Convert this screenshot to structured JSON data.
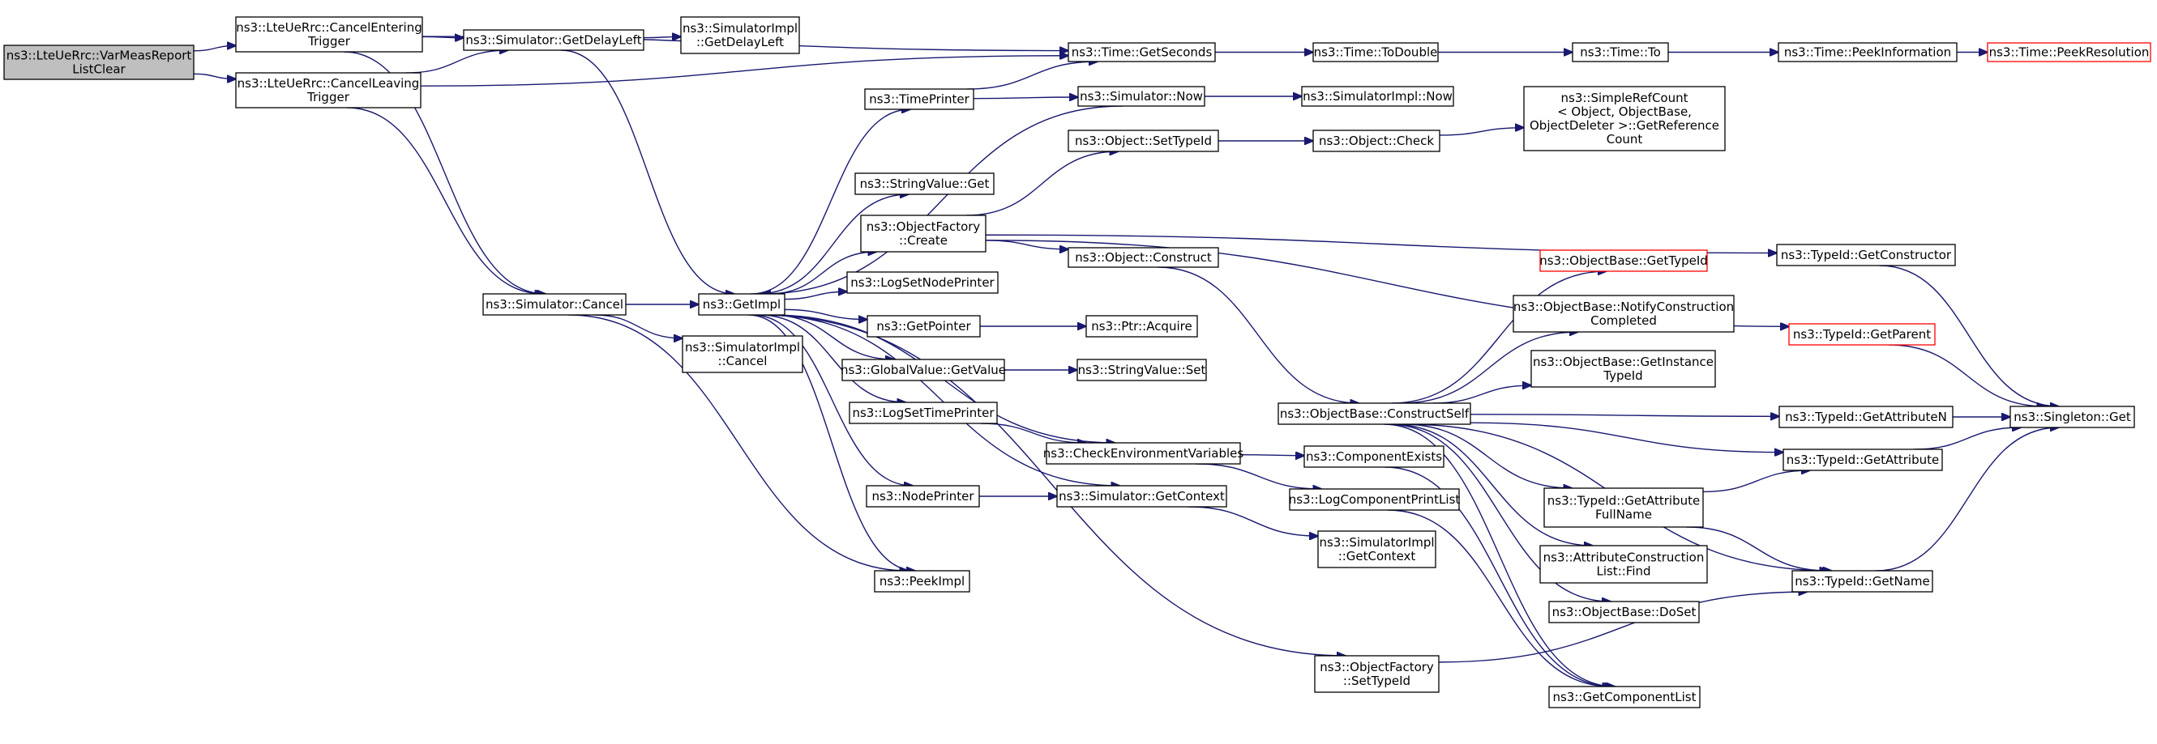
{
  "nodes": [
    {
      "id": "root",
      "lines": [
        "ns3::LteUeRrc::VarMeasReport",
        "ListClear"
      ],
      "root": true
    },
    {
      "id": "cet",
      "lines": [
        "ns3::LteUeRrc::CancelEntering",
        "Trigger"
      ]
    },
    {
      "id": "clt",
      "lines": [
        "ns3::LteUeRrc::CancelLeaving",
        "Trigger"
      ]
    },
    {
      "id": "gdl",
      "lines": [
        "ns3::Simulator::GetDelayLeft"
      ]
    },
    {
      "id": "sigdl",
      "lines": [
        "ns3::SimulatorImpl",
        "::GetDelayLeft"
      ]
    },
    {
      "id": "tgs",
      "lines": [
        "ns3::Time::GetSeconds"
      ]
    },
    {
      "id": "ttd",
      "lines": [
        "ns3::Time::ToDouble"
      ]
    },
    {
      "id": "tto",
      "lines": [
        "ns3::Time::To"
      ]
    },
    {
      "id": "tpi",
      "lines": [
        "ns3::Time::PeekInformation"
      ]
    },
    {
      "id": "tpr",
      "lines": [
        "ns3::Time::PeekResolution"
      ],
      "red": true
    },
    {
      "id": "tp",
      "lines": [
        "ns3::TimePrinter"
      ]
    },
    {
      "id": "snow",
      "lines": [
        "ns3::Simulator::Now"
      ]
    },
    {
      "id": "sinow",
      "lines": [
        "ns3::SimulatorImpl::Now"
      ]
    },
    {
      "id": "src",
      "lines": [
        "ns3::SimpleRefCount",
        "< Object, ObjectBase,",
        " ObjectDeleter >::GetReference",
        "Count"
      ]
    },
    {
      "id": "ost",
      "lines": [
        "ns3::Object::SetTypeId"
      ]
    },
    {
      "id": "ochk",
      "lines": [
        "ns3::Object::Check"
      ]
    },
    {
      "id": "svg",
      "lines": [
        "ns3::StringValue::Get"
      ]
    },
    {
      "id": "ofc",
      "lines": [
        "ns3::ObjectFactory",
        "::Create"
      ]
    },
    {
      "id": "ocons",
      "lines": [
        "ns3::Object::Construct"
      ]
    },
    {
      "id": "tgc",
      "lines": [
        "ns3::TypeId::GetConstructor"
      ]
    },
    {
      "id": "obgt",
      "lines": [
        "ns3::ObjectBase::GetTypeId"
      ],
      "red": true
    },
    {
      "id": "obnc",
      "lines": [
        "ns3::ObjectBase::NotifyConstruction",
        "Completed"
      ]
    },
    {
      "id": "tgp",
      "lines": [
        "ns3::TypeId::GetParent"
      ],
      "red": true
    },
    {
      "id": "obgit",
      "lines": [
        "ns3::ObjectBase::GetInstance",
        "TypeId"
      ]
    },
    {
      "id": "lsnp",
      "lines": [
        "ns3::LogSetNodePrinter"
      ]
    },
    {
      "id": "scan",
      "lines": [
        "ns3::Simulator::Cancel"
      ]
    },
    {
      "id": "gi",
      "lines": [
        "ns3::GetImpl"
      ]
    },
    {
      "id": "gp",
      "lines": [
        "ns3::GetPointer"
      ]
    },
    {
      "id": "pacq",
      "lines": [
        "ns3::Ptr::Acquire"
      ]
    },
    {
      "id": "sican",
      "lines": [
        "ns3::SimulatorImpl",
        "::Cancel"
      ]
    },
    {
      "id": "gvgv",
      "lines": [
        "ns3::GlobalValue::GetValue"
      ]
    },
    {
      "id": "svs",
      "lines": [
        "ns3::StringValue::Set"
      ]
    },
    {
      "id": "lstp",
      "lines": [
        "ns3::LogSetTimePrinter"
      ]
    },
    {
      "id": "obcs",
      "lines": [
        "ns3::ObjectBase::ConstructSelf"
      ]
    },
    {
      "id": "tgan",
      "lines": [
        "ns3::TypeId::GetAttributeN"
      ]
    },
    {
      "id": "sg",
      "lines": [
        "ns3::Singleton::Get"
      ]
    },
    {
      "id": "cev",
      "lines": [
        "ns3::CheckEnvironmentVariables"
      ]
    },
    {
      "id": "ce",
      "lines": [
        "ns3::ComponentExists"
      ]
    },
    {
      "id": "tga",
      "lines": [
        "ns3::TypeId::GetAttribute"
      ]
    },
    {
      "id": "np",
      "lines": [
        "ns3::NodePrinter"
      ]
    },
    {
      "id": "sgc",
      "lines": [
        "ns3::Simulator::GetContext"
      ]
    },
    {
      "id": "lcpl",
      "lines": [
        "ns3::LogComponentPrintList"
      ]
    },
    {
      "id": "tgafn",
      "lines": [
        "ns3::TypeId::GetAttribute",
        "FullName"
      ]
    },
    {
      "id": "sigc",
      "lines": [
        "ns3::SimulatorImpl",
        "::GetContext"
      ]
    },
    {
      "id": "aclf",
      "lines": [
        "ns3::AttributeConstruction",
        "List::Find"
      ]
    },
    {
      "id": "pi",
      "lines": [
        "ns3::PeekImpl"
      ]
    },
    {
      "id": "tgn",
      "lines": [
        "ns3::TypeId::GetName"
      ]
    },
    {
      "id": "obds",
      "lines": [
        "ns3::ObjectBase::DoSet"
      ]
    },
    {
      "id": "ofst",
      "lines": [
        "ns3::ObjectFactory",
        "::SetTypeId"
      ]
    },
    {
      "id": "gcl",
      "lines": [
        "ns3::GetComponentList"
      ]
    }
  ],
  "edges": [
    [
      "root",
      "cet"
    ],
    [
      "root",
      "clt"
    ],
    [
      "cet",
      "gdl"
    ],
    [
      "cet",
      "tgs"
    ],
    [
      "cet",
      "scan"
    ],
    [
      "clt",
      "gdl"
    ],
    [
      "clt",
      "tgs"
    ],
    [
      "clt",
      "scan"
    ],
    [
      "gdl",
      "sigdl"
    ],
    [
      "gdl",
      "gi"
    ],
    [
      "tgs",
      "ttd"
    ],
    [
      "ttd",
      "tto"
    ],
    [
      "tto",
      "tpi"
    ],
    [
      "tpi",
      "tpr"
    ],
    [
      "tp",
      "tgs"
    ],
    [
      "tp",
      "snow"
    ],
    [
      "snow",
      "sinow"
    ],
    [
      "snow",
      "gi"
    ],
    [
      "scan",
      "gi"
    ],
    [
      "scan",
      "sican"
    ],
    [
      "scan",
      "pi"
    ],
    [
      "gi",
      "tp"
    ],
    [
      "gi",
      "svg"
    ],
    [
      "gi",
      "ofc"
    ],
    [
      "gi",
      "lsnp"
    ],
    [
      "gi",
      "gp"
    ],
    [
      "gi",
      "gvgv"
    ],
    [
      "gi",
      "lstp"
    ],
    [
      "gi",
      "np"
    ],
    [
      "gi",
      "sgc"
    ],
    [
      "gi",
      "pi"
    ],
    [
      "gi",
      "ofst"
    ],
    [
      "gi",
      "cev"
    ],
    [
      "ofc",
      "ost"
    ],
    [
      "ofc",
      "ocons"
    ],
    [
      "ofc",
      "tgc"
    ],
    [
      "ofc",
      "tgp"
    ],
    [
      "ost",
      "ochk"
    ],
    [
      "ochk",
      "src"
    ],
    [
      "ocons",
      "obcs"
    ],
    [
      "obcs",
      "obgt"
    ],
    [
      "obcs",
      "obnc"
    ],
    [
      "obcs",
      "obgit"
    ],
    [
      "obcs",
      "tgan"
    ],
    [
      "obcs",
      "tga"
    ],
    [
      "obcs",
      "tgafn"
    ],
    [
      "obcs",
      "aclf"
    ],
    [
      "obcs",
      "obds"
    ],
    [
      "obcs",
      "tgn"
    ],
    [
      "obcs",
      "gcl"
    ],
    [
      "tgc",
      "sg"
    ],
    [
      "tgp",
      "sg"
    ],
    [
      "tgan",
      "sg"
    ],
    [
      "tga",
      "sg"
    ],
    [
      "tgn",
      "sg"
    ],
    [
      "tgafn",
      "tga"
    ],
    [
      "tgafn",
      "tgn"
    ],
    [
      "gp",
      "pacq"
    ],
    [
      "gvgv",
      "svs"
    ],
    [
      "lstp",
      "cev"
    ],
    [
      "cev",
      "ce"
    ],
    [
      "cev",
      "lcpl"
    ],
    [
      "ce",
      "gcl"
    ],
    [
      "lcpl",
      "gcl"
    ],
    [
      "np",
      "sgc"
    ],
    [
      "sgc",
      "sigc"
    ],
    [
      "ofst",
      "tgn"
    ]
  ]
}
